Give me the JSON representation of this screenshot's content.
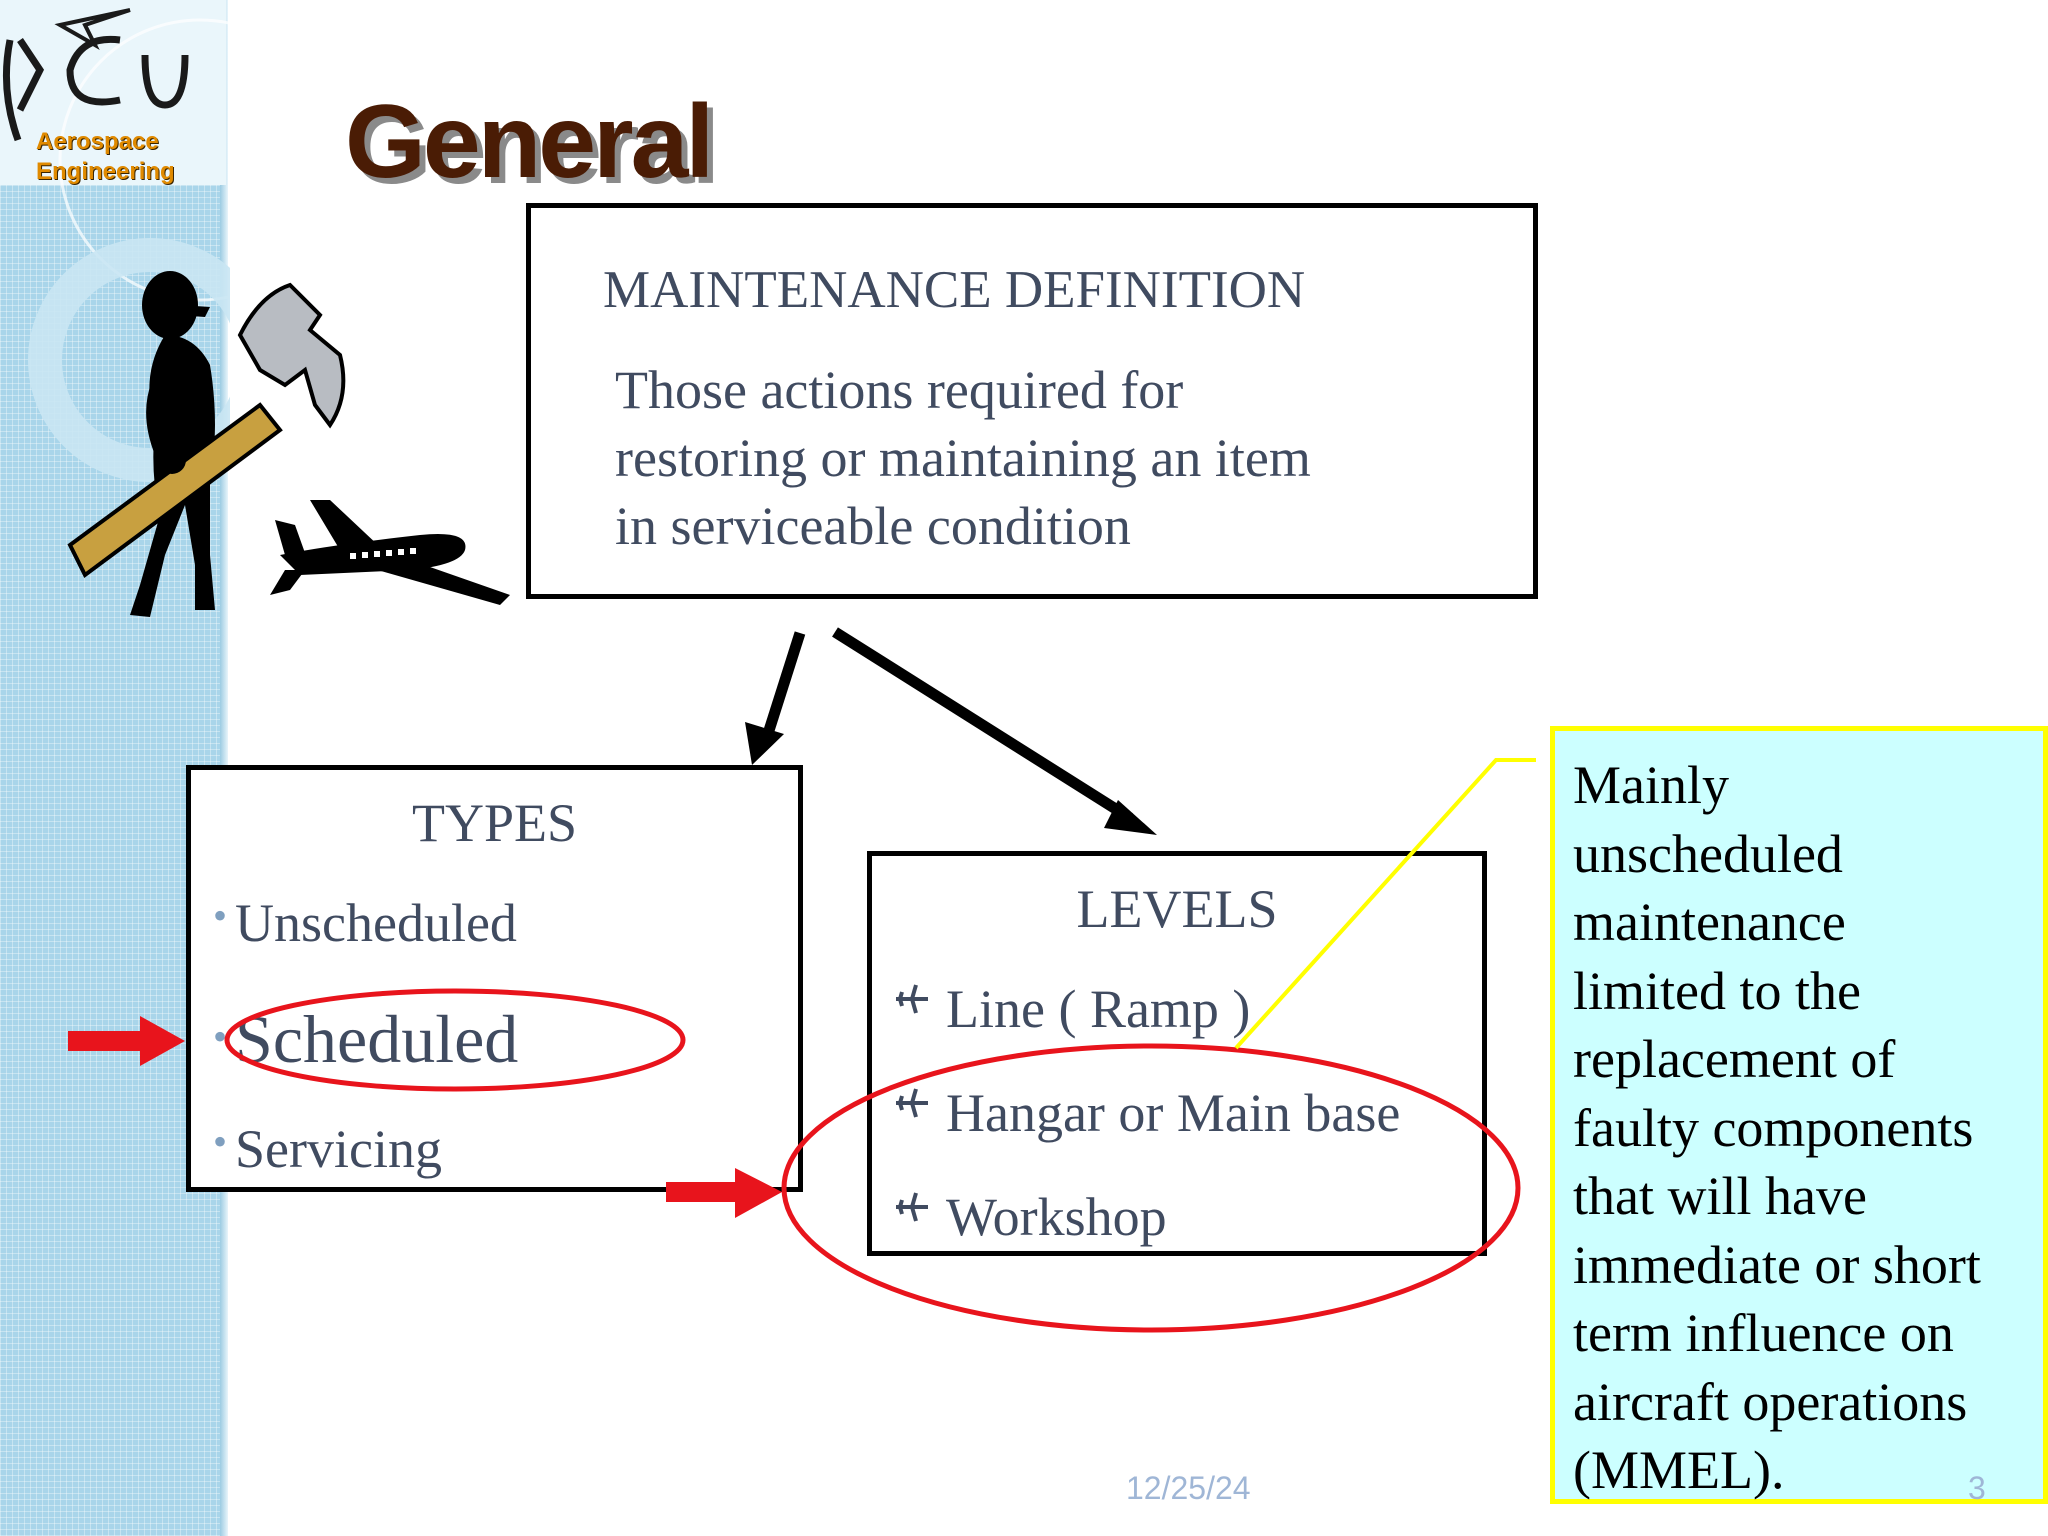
{
  "logo": {
    "line1": "Aerospace",
    "line2": "Engineering"
  },
  "title": "General",
  "definition": {
    "heading": "MAINTENANCE DEFINITION",
    "lines": [
      "Those actions required for",
      "restoring or maintaining an item",
      "in serviceable condition"
    ]
  },
  "types": {
    "heading": "TYPES",
    "items": [
      "Unscheduled",
      "Scheduled",
      "Servicing"
    ]
  },
  "levels": {
    "heading": "LEVELS",
    "items": [
      "Line ( Ramp )",
      "Hangar or Main base",
      "Workshop"
    ]
  },
  "note": {
    "lines": [
      "Mainly",
      "unscheduled",
      "maintenance",
      "limited to the",
      "replacement of",
      "faulty components",
      "that will have",
      "immediate or short",
      "term influence on",
      "aircraft operations",
      "(MMEL)."
    ]
  },
  "footer": {
    "date": "12/25/24",
    "slide_number": "3"
  },
  "colors": {
    "title": "#4a1c05",
    "text": "#404b60",
    "highlight": "#e8141c",
    "callout": "#ffff00",
    "note_bg": "#ccffff"
  },
  "icons": [
    "maintenance-man-hammer-icon",
    "airplane-icon",
    "plane-bullet-icon",
    "red-arrow-icon"
  ]
}
